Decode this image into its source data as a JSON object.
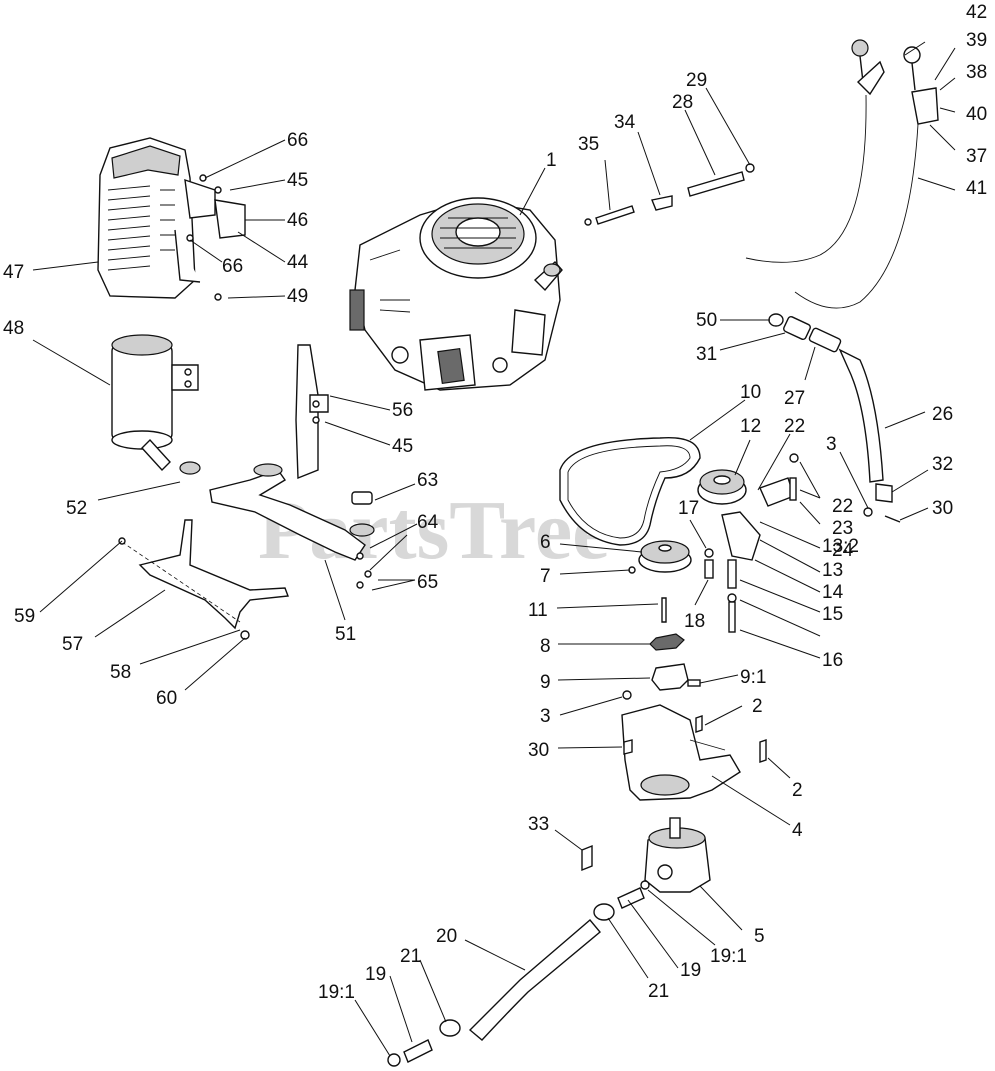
{
  "watermark": "PartsTree",
  "callouts": [
    {
      "id": "c-1",
      "text": "1"
    },
    {
      "id": "c-2a",
      "text": "2"
    },
    {
      "id": "c-2b",
      "text": "2"
    },
    {
      "id": "c-3a",
      "text": "3"
    },
    {
      "id": "c-3b",
      "text": "3"
    },
    {
      "id": "c-4",
      "text": "4"
    },
    {
      "id": "c-5",
      "text": "5"
    },
    {
      "id": "c-6",
      "text": "6"
    },
    {
      "id": "c-7",
      "text": "7"
    },
    {
      "id": "c-8",
      "text": "8"
    },
    {
      "id": "c-9",
      "text": "9"
    },
    {
      "id": "c-9-1",
      "text": "9:1"
    },
    {
      "id": "c-10",
      "text": "10"
    },
    {
      "id": "c-11",
      "text": "11"
    },
    {
      "id": "c-12",
      "text": "12"
    },
    {
      "id": "c-13",
      "text": "13"
    },
    {
      "id": "c-13-2",
      "text": "13:2"
    },
    {
      "id": "c-14",
      "text": "14"
    },
    {
      "id": "c-15",
      "text": "15"
    },
    {
      "id": "c-16",
      "text": "16"
    },
    {
      "id": "c-17",
      "text": "17"
    },
    {
      "id": "c-18",
      "text": "18"
    },
    {
      "id": "c-19a",
      "text": "19"
    },
    {
      "id": "c-19b",
      "text": "19"
    },
    {
      "id": "c-19-1a",
      "text": "19:1"
    },
    {
      "id": "c-19-1b",
      "text": "19:1"
    },
    {
      "id": "c-20",
      "text": "20"
    },
    {
      "id": "c-21a",
      "text": "21"
    },
    {
      "id": "c-21b",
      "text": "21"
    },
    {
      "id": "c-22a",
      "text": "22"
    },
    {
      "id": "c-22b",
      "text": "22"
    },
    {
      "id": "c-23",
      "text": "23"
    },
    {
      "id": "c-24",
      "text": "24"
    },
    {
      "id": "c-26",
      "text": "26"
    },
    {
      "id": "c-27",
      "text": "27"
    },
    {
      "id": "c-28",
      "text": "28"
    },
    {
      "id": "c-29",
      "text": "29"
    },
    {
      "id": "c-30a",
      "text": "30"
    },
    {
      "id": "c-30b",
      "text": "30"
    },
    {
      "id": "c-31",
      "text": "31"
    },
    {
      "id": "c-32",
      "text": "32"
    },
    {
      "id": "c-33",
      "text": "33"
    },
    {
      "id": "c-34",
      "text": "34"
    },
    {
      "id": "c-35",
      "text": "35"
    },
    {
      "id": "c-37",
      "text": "37"
    },
    {
      "id": "c-38",
      "text": "38"
    },
    {
      "id": "c-39",
      "text": "39"
    },
    {
      "id": "c-40",
      "text": "40"
    },
    {
      "id": "c-41",
      "text": "41"
    },
    {
      "id": "c-42",
      "text": "42"
    },
    {
      "id": "c-44",
      "text": "44"
    },
    {
      "id": "c-45a",
      "text": "45"
    },
    {
      "id": "c-45b",
      "text": "45"
    },
    {
      "id": "c-46",
      "text": "46"
    },
    {
      "id": "c-47",
      "text": "47"
    },
    {
      "id": "c-48",
      "text": "48"
    },
    {
      "id": "c-49",
      "text": "49"
    },
    {
      "id": "c-50",
      "text": "50"
    },
    {
      "id": "c-51",
      "text": "51"
    },
    {
      "id": "c-52",
      "text": "52"
    },
    {
      "id": "c-56",
      "text": "56"
    },
    {
      "id": "c-57",
      "text": "57"
    },
    {
      "id": "c-58",
      "text": "58"
    },
    {
      "id": "c-59",
      "text": "59"
    },
    {
      "id": "c-60",
      "text": "60"
    },
    {
      "id": "c-63",
      "text": "63"
    },
    {
      "id": "c-64",
      "text": "64"
    },
    {
      "id": "c-65",
      "text": "65"
    },
    {
      "id": "c-66a",
      "text": "66"
    },
    {
      "id": "c-66b",
      "text": "66"
    }
  ]
}
